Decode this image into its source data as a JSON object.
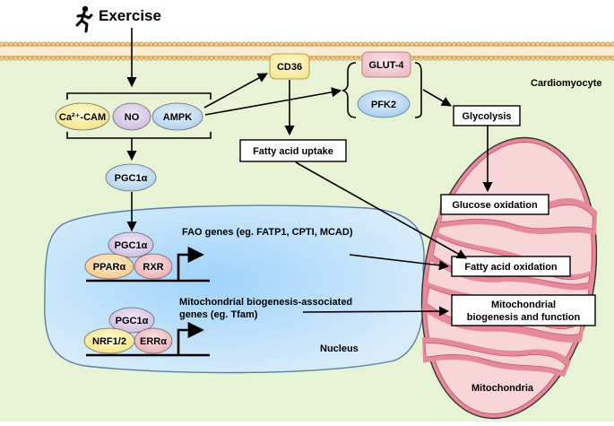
{
  "trigger": {
    "label": "Exercise",
    "icon": "running-person-icon"
  },
  "cell_label": "Cardiomyocyte",
  "signals": {
    "ca": "Ca²⁺-CAM",
    "no": "NO",
    "ampk": "AMPK"
  },
  "pgc_cytoplasm": "PGC1α",
  "membrane_proteins": {
    "cd36": "CD36",
    "glut4": "GLUT-4",
    "pfk2": "PFK2"
  },
  "processes": {
    "fatty_acid_uptake": "Fatty acid uptake",
    "glycolysis": "Glycolysis",
    "glucose_oxidation": "Glucose oxidation",
    "fatty_acid_oxidation": "Fatty acid oxidation",
    "mito_biogenesis_line1": "Mitochondrial",
    "mito_biogenesis_line2": "biogenesis and function"
  },
  "nucleus": {
    "label": "Nucleus",
    "complex1": {
      "pgc": "PGC1α",
      "ppar": "PPARα",
      "rxr": "RXR"
    },
    "fao_genes": "FAO genes (eg. FATP1, CPTI, MCAD)",
    "complex2": {
      "pgc": "PGC1α",
      "nrf": "NRF1/2",
      "err": "ERRα"
    },
    "mito_genes_line1": "Mitochondrial biogenesis-associated",
    "mito_genes_line2": "genes (eg. Tfam)"
  },
  "mitochondria_label": "Mitochondria",
  "colors": {
    "cytoplasm": "#e8f3d6",
    "nucleus": "#c9e6fb",
    "membrane_head": "#f3c987",
    "mito_outer": "#e58a9a",
    "mito_inner": "#f8d6d8",
    "cd36_fill": "#fff6b8",
    "glut4_fill": "#f7d7dc",
    "pfk2_fill": "#cfe6f8"
  }
}
